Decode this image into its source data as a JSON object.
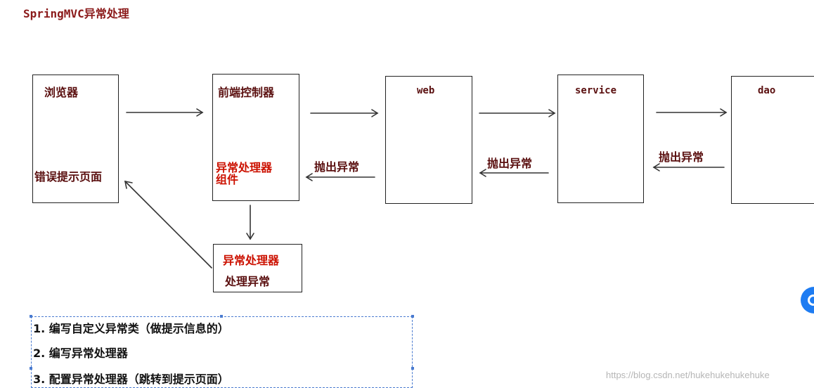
{
  "title": "SpringMVC异常处理",
  "boxes": {
    "browser": {
      "label": "浏览器",
      "sub": "错误提示页面"
    },
    "front_controller": {
      "label": "前端控制器",
      "sub_line1": "异常处理器",
      "sub_line2": "组件"
    },
    "web": {
      "label": "web"
    },
    "service": {
      "label": "service"
    },
    "dao": {
      "label": "dao"
    },
    "handler": {
      "line1": "异常处理器",
      "line2": "处理异常"
    }
  },
  "arrows": {
    "throw1": "抛出异常",
    "throw2": "抛出异常",
    "throw3": "抛出异常"
  },
  "steps": [
    "1. 编写自定义异常类（做提示信息的）",
    "2. 编写异常处理器",
    "3. 配置异常处理器（跳转到提示页面）"
  ],
  "watermark": "https://blog.csdn.net/hukehukehukehuke",
  "colors": {
    "red": "#cc1100",
    "dark": "#5a0f0f",
    "selection": "#4a7bd0"
  }
}
